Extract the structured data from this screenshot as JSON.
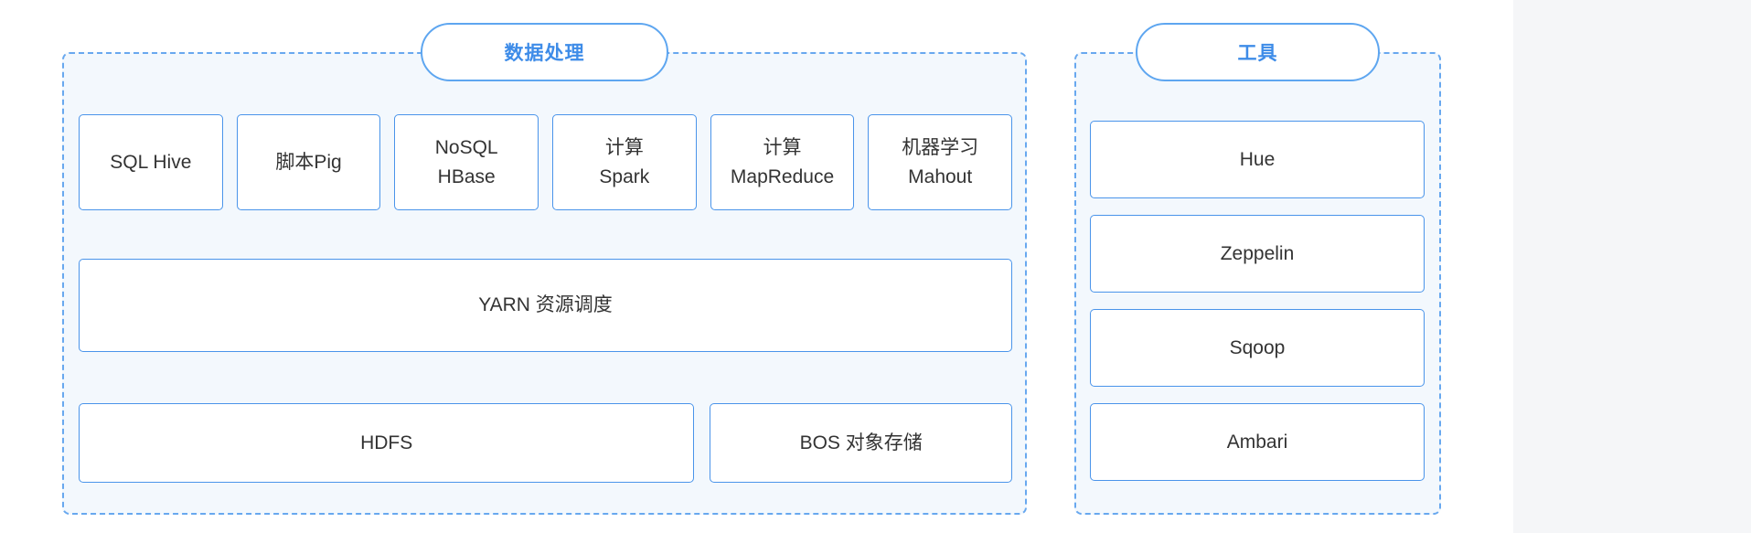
{
  "page": {
    "background": "#ffffff",
    "side_strip_color": "#f5f6f8"
  },
  "colors": {
    "dashed_border": "#68a8ef",
    "solid_box_border": "#4a94ea",
    "group_fill": "#f3f8fd",
    "pill_text": "#3e8ce8",
    "box_text": "#333333"
  },
  "groups": {
    "data_processing": {
      "label": "数据处理",
      "top_row": {
        "sql_hive": "SQL Hive",
        "pig": "脚本Pig",
        "hbase": "NoSQL\nHBase",
        "spark": "计算\nSpark",
        "mapreduce": "计算\nMapReduce",
        "mahout": "机器学习\nMahout"
      },
      "middle_row": {
        "yarn": "YARN 资源调度"
      },
      "bottom_row": {
        "hdfs": "HDFS",
        "bos": "BOS 对象存储"
      }
    },
    "tools": {
      "label": "工具",
      "items": {
        "hue": "Hue",
        "zeppelin": "Zeppelin",
        "sqoop": "Sqoop",
        "ambari": "Ambari"
      }
    }
  }
}
